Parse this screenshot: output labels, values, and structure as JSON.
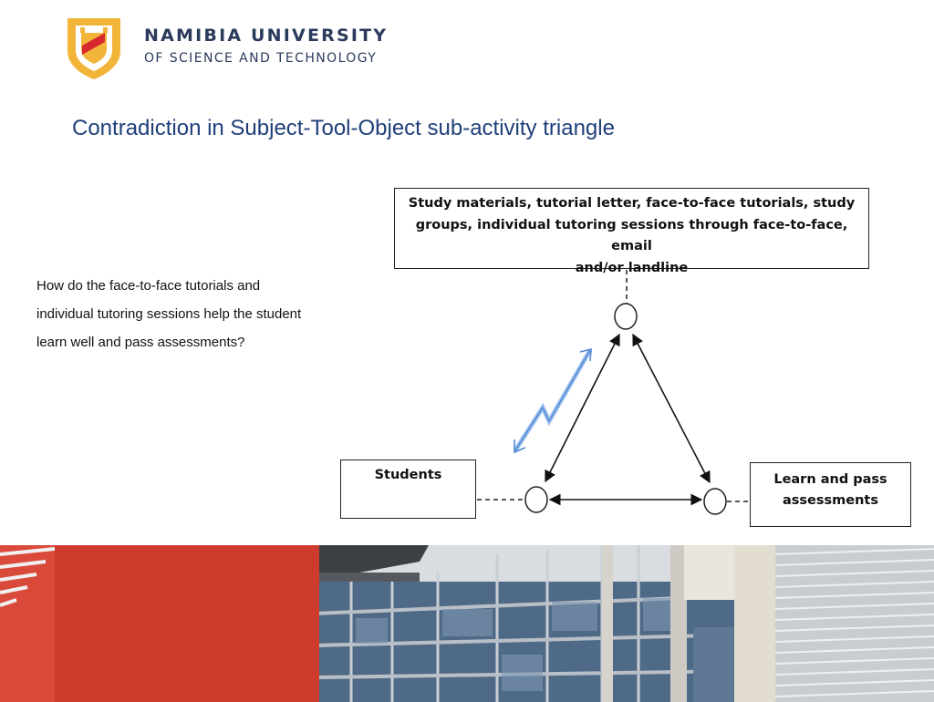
{
  "header": {
    "brand_line1": "NAMIBIA UNIVERSITY",
    "brand_line2": "OF SCIENCE AND TECHNOLOGY",
    "logo_icon": "shield-logo-icon",
    "colors": {
      "logo_gold": "#f2b53a",
      "logo_red": "#d7282f",
      "brand_text": "#2b3a5c"
    }
  },
  "slide": {
    "title": "Contradiction in Subject-Tool-Object sub-activity triangle",
    "title_color": "#1f3f7a",
    "question": "How do the face-to-face tutorials and individual tutoring sessions help the student learn well and pass assessments?"
  },
  "diagram": {
    "tool": {
      "line1": "Study materials, tutorial letter, face-to-face tutorials, study",
      "line2": "groups, individual tutoring sessions through face-to-face, email",
      "line3": "and/or landline"
    },
    "subject": "Students",
    "object_line1": "Learn and pass",
    "object_line2": "assessments",
    "contradiction_color": "#5b8fd6"
  },
  "footer_photo": {
    "description_icon": "campus-building-photo"
  }
}
